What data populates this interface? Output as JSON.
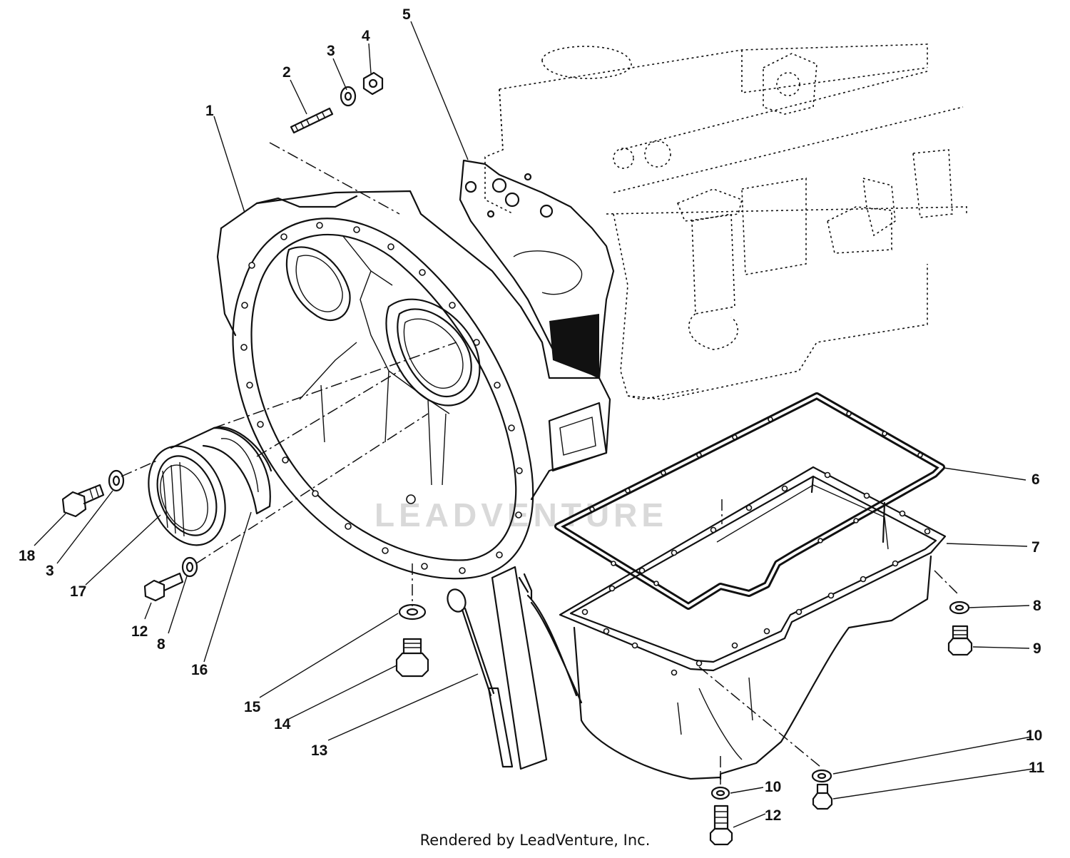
{
  "watermark": "LEADVENTURE",
  "footer": "Rendered by LeadVenture, Inc.",
  "callouts": [
    {
      "id": "c1",
      "label": "1"
    },
    {
      "id": "c2",
      "label": "2"
    },
    {
      "id": "c3a",
      "label": "3"
    },
    {
      "id": "c4",
      "label": "4"
    },
    {
      "id": "c5",
      "label": "5"
    },
    {
      "id": "c6",
      "label": "6"
    },
    {
      "id": "c7",
      "label": "7"
    },
    {
      "id": "c8a",
      "label": "8"
    },
    {
      "id": "c9",
      "label": "9"
    },
    {
      "id": "c10a",
      "label": "10"
    },
    {
      "id": "c11",
      "label": "11"
    },
    {
      "id": "c10b",
      "label": "10"
    },
    {
      "id": "c12a",
      "label": "12"
    },
    {
      "id": "c18",
      "label": "18"
    },
    {
      "id": "c3b",
      "label": "3"
    },
    {
      "id": "c17",
      "label": "17"
    },
    {
      "id": "c12b",
      "label": "12"
    },
    {
      "id": "c8b",
      "label": "8"
    },
    {
      "id": "c16",
      "label": "16"
    },
    {
      "id": "c15",
      "label": "15"
    },
    {
      "id": "c14",
      "label": "14"
    },
    {
      "id": "c13",
      "label": "13"
    }
  ]
}
